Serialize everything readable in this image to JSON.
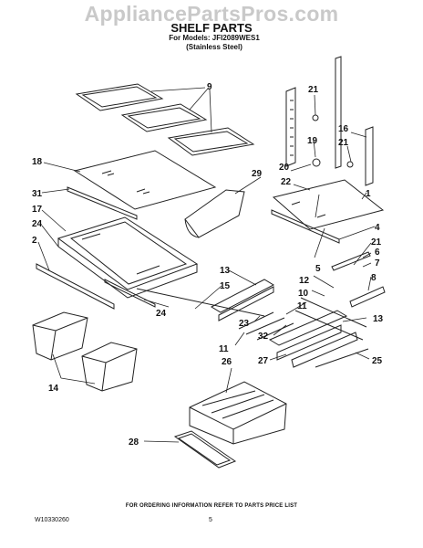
{
  "watermark": "AppliancePartsPros.com",
  "header": {
    "title": "SHELF PARTS",
    "models_line": "For Models: JFI2089WES1",
    "finish_line": "(Stainless Steel)"
  },
  "callouts": [
    "9",
    "18",
    "29",
    "31",
    "17",
    "24",
    "2",
    "14",
    "21",
    "19",
    "20",
    "16",
    "21",
    "22",
    "1",
    "4",
    "5",
    "21",
    "6",
    "7",
    "8",
    "13",
    "15",
    "24",
    "12",
    "10",
    "11",
    "23",
    "32",
    "11",
    "13",
    "27",
    "25",
    "26",
    "28"
  ],
  "footer": {
    "ordering_note": "FOR ORDERING INFORMATION REFER TO PARTS PRICE LIST",
    "doc_number": "W10330260",
    "page_number": "5"
  }
}
